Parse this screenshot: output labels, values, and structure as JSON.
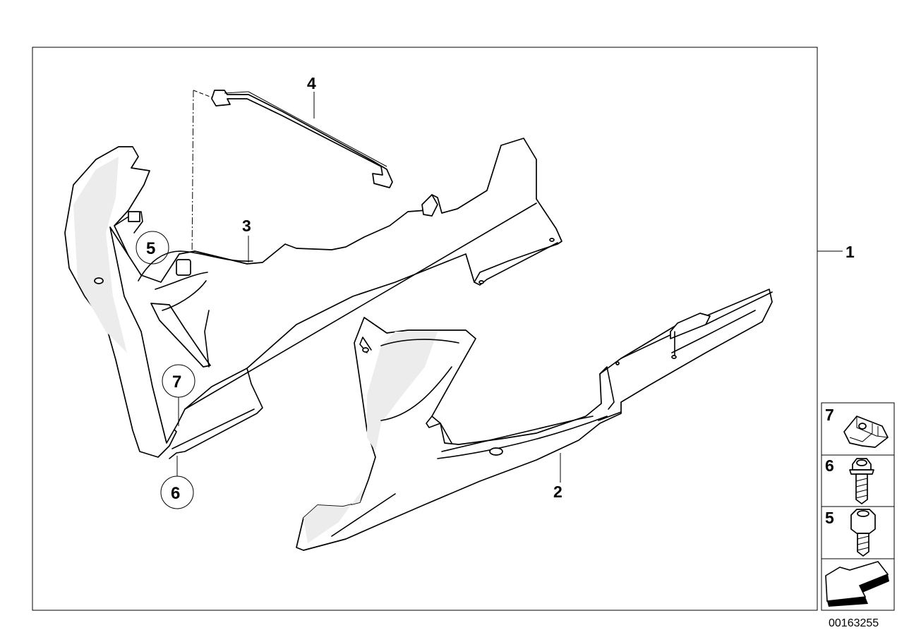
{
  "labels": {
    "frame_part": "1",
    "lower_panel": "2",
    "side_fairing": "3",
    "bracket": "4",
    "callout_5": "5",
    "callout_6": "6",
    "callout_7": "7"
  },
  "legend": {
    "item_7": "7",
    "item_6": "6",
    "item_5": "5"
  },
  "diagram_code": "00163255"
}
